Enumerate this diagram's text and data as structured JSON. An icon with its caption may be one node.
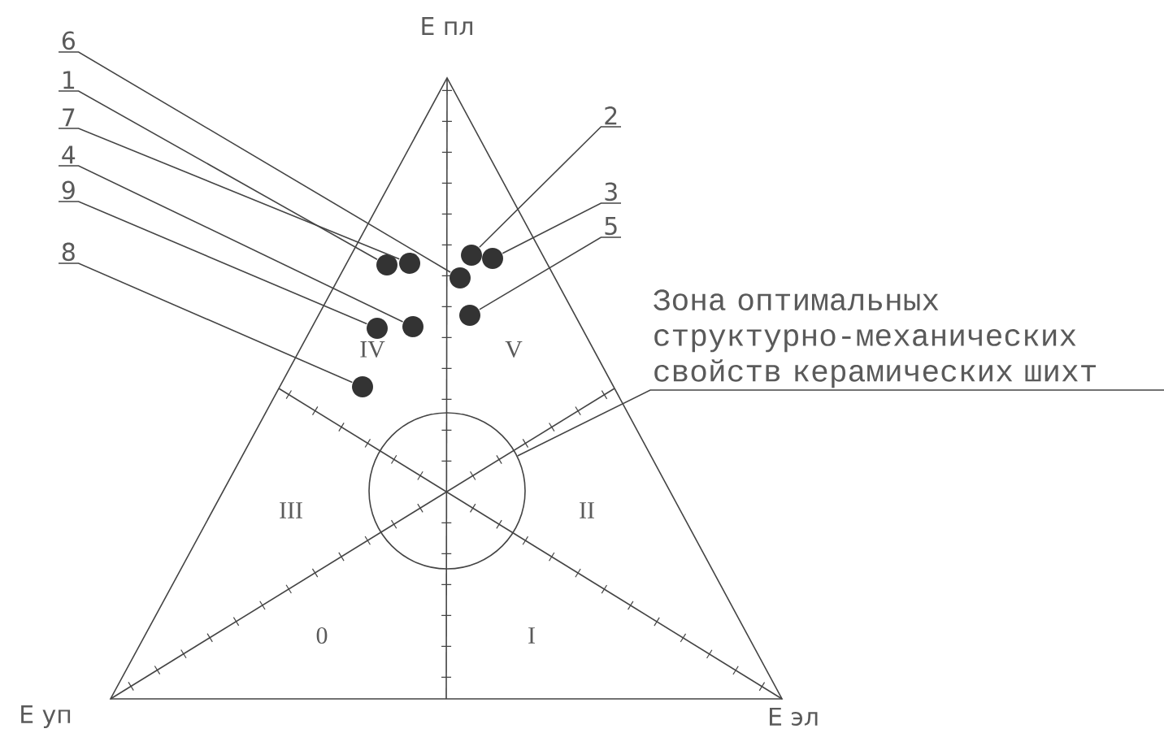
{
  "diagram": {
    "nodes": [
      {
        "text": [
          "6"
        ]
      },
      {
        "text": [
          "1"
        ]
      },
      {
        "text": [
          "7"
        ]
      },
      {
        "text": [
          "4"
        ]
      },
      {
        "text": [
          "9"
        ]
      },
      {
        "text": [
          "8"
        ]
      },
      {
        "text": [
          "2"
        ]
      },
      {
        "text": [
          "3"
        ]
      },
      {
        "text": [
          "5"
        ]
      },
      {
        "text": [],
        "shape": "circle"
      },
      {
        "text": [],
        "shape": "circle"
      },
      {
        "text": [],
        "shape": "circle"
      },
      {
        "text": [],
        "shape": "circle"
      },
      {
        "text": [],
        "shape": "circle"
      },
      {
        "text": [],
        "shape": "circle"
      },
      {
        "text": [],
        "shape": "circle"
      },
      {
        "text": [],
        "shape": "circle"
      },
      {
        "text": [],
        "shape": "circle"
      },
      {
        "text": [
          "Зона оптимальных структурно-механических свойств керамических шихт"
        ]
      },
      {
        "text": [],
        "shape": "circle"
      }
    ],
    "edges": [
      {
        "from": 0,
        "to": 14,
        "arrow": "none"
      },
      {
        "from": 1,
        "to": 11,
        "arrow": "none"
      },
      {
        "from": 2,
        "to": 12,
        "arrow": "none"
      },
      {
        "from": 3,
        "to": 13,
        "arrow": "none"
      },
      {
        "from": 4,
        "to": 10,
        "arrow": "none"
      },
      {
        "from": 5,
        "to": 9,
        "arrow": "none"
      },
      {
        "from": 6,
        "to": 16,
        "arrow": "none"
      },
      {
        "from": 7,
        "to": 17,
        "arrow": "none"
      },
      {
        "from": 8,
        "to": 15,
        "arrow": "none"
      },
      {
        "from": 18,
        "to": 19,
        "arrow": "none"
      }
    ],
    "labels": [
      "E пл",
      "IV",
      "V",
      "III",
      "II",
      "0",
      "I",
      "E уп",
      "E эл"
    ]
  }
}
